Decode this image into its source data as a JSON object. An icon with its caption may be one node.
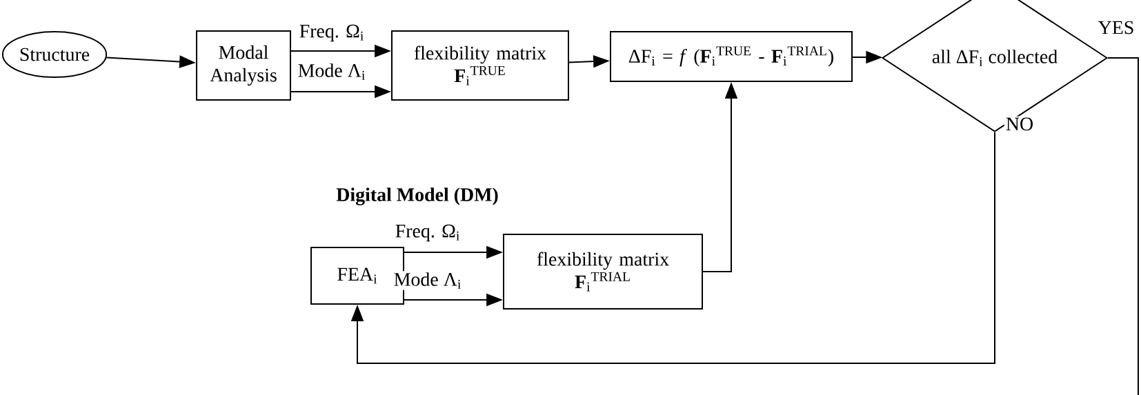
{
  "diagram": {
    "nodes": [
      {
        "text": [
          "Structure"
        ]
      },
      {
        "text": [
          "Modal Analysis"
        ]
      },
      {
        "text": [
          "flexibility matrix",
          "**F**$_{i}$$^{TRUE}$"
        ]
      },
      {
        "text": [
          "ΔF$_{i}$ = *f* (**F**$_{i}$$^{TRUE}$ - **F**$_{i}$$^{TRIAL}$)"
        ]
      },
      {
        "text": [
          "all ΔF$_{i}$ collected"
        ]
      },
      {
        "text": [
          "FEA$_{i}$"
        ]
      },
      {
        "text": [
          "flexibility matrix",
          "**F**$_{i}$$^{TRIAL}$"
        ]
      }
    ],
    "edges": [
      {
        "from": 0,
        "to": 1,
        "arrow": "to"
      },
      {
        "from": 1,
        "to": 2,
        "arrow": "to",
        "label": "Freq. Ω$_{i}$"
      },
      {
        "from": 1,
        "to": 2,
        "arrow": "to",
        "label": "Mode Λ$_{i}$"
      },
      {
        "from": 2,
        "to": 3,
        "arrow": "to"
      },
      {
        "from": 3,
        "to": 4,
        "arrow": "to"
      },
      {
        "from": 5,
        "to": 6,
        "arrow": "to",
        "label": "Freq. Ω$_{i}$"
      },
      {
        "from": 5,
        "to": 6,
        "arrow": "to",
        "label": "Mode Λ$_{i}$"
      },
      {
        "from": 6,
        "to": 3,
        "arrow": "to"
      },
      {
        "from": 4,
        "to": 5,
        "arrow": "to",
        "label": "NO"
      },
      {
        "from": 4,
        "to": null,
        "arrow": "none",
        "label": "YES"
      }
    ],
    "labels": [
      "**Digital Model (DM)**"
    ]
  }
}
